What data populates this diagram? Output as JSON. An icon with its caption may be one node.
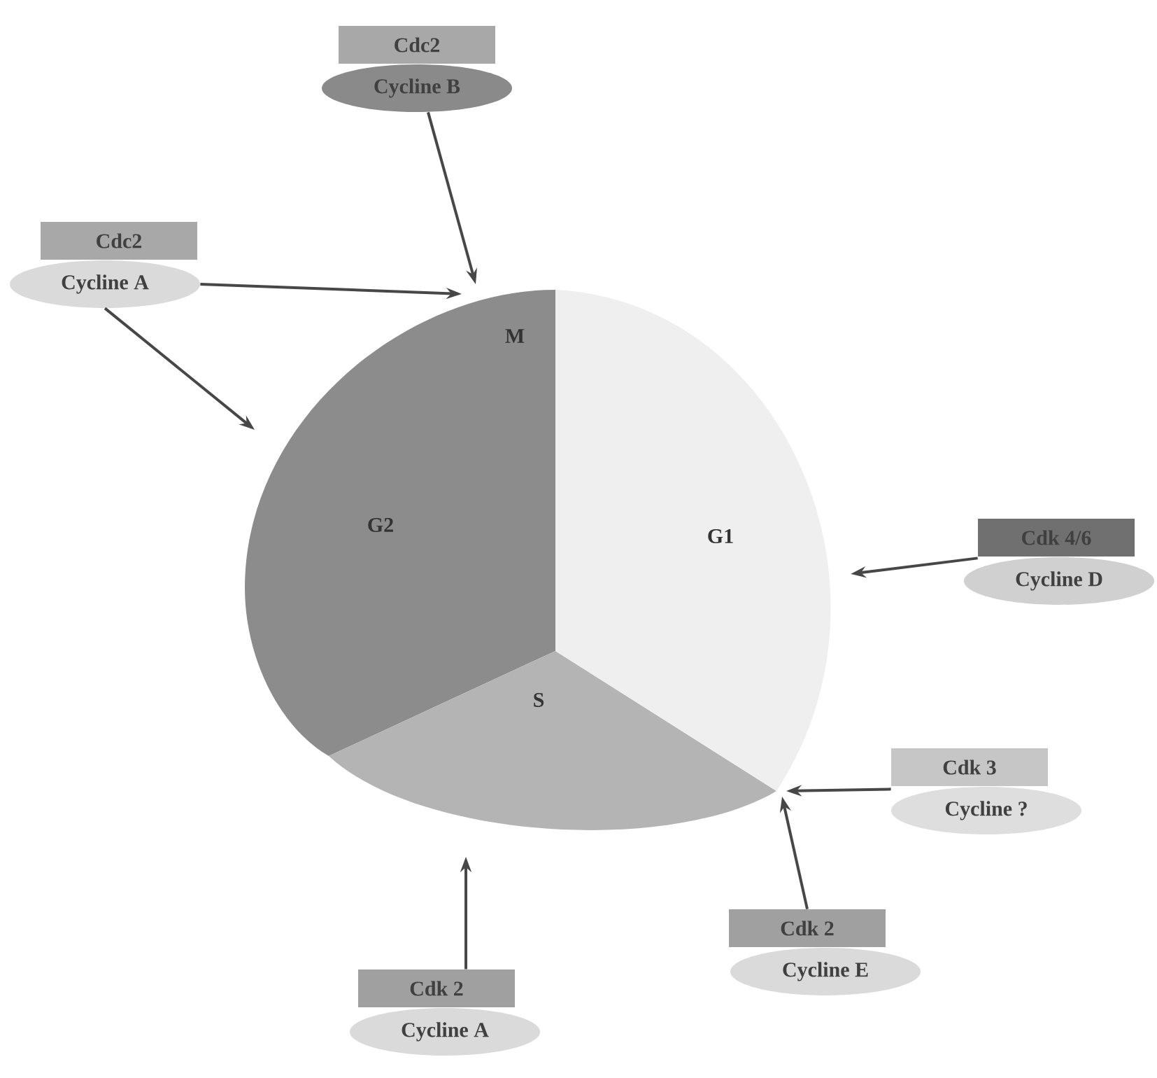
{
  "diagram": {
    "nodes": [
      {
        "text": [
          "G2"
        ]
      },
      {
        "text": [
          "M"
        ],
        "in": 0
      },
      {
        "text": [
          "S"
        ]
      },
      {
        "text": [
          "G1"
        ]
      },
      {
        "text": [
          "Cdc2"
        ]
      },
      {
        "text": [
          "Cycline B"
        ]
      },
      {
        "text": [
          "Cdc2"
        ]
      },
      {
        "text": [
          "Cycline A"
        ]
      },
      {
        "text": [
          "Cdk 4/6"
        ]
      },
      {
        "text": [
          "Cycline D"
        ]
      },
      {
        "text": [
          "Cdk 3"
        ]
      },
      {
        "text": [
          "Cycline ?"
        ]
      },
      {
        "text": [
          "Cdk 2"
        ]
      },
      {
        "text": [
          "Cycline E"
        ]
      },
      {
        "text": [
          "Cdk 2"
        ]
      },
      {
        "text": [
          "Cycline A"
        ]
      }
    ],
    "edges": [
      {
        "from": 5,
        "to": 1,
        "arrow": "to"
      },
      {
        "from": 7,
        "to": 1,
        "arrow": "to"
      },
      {
        "from": 7,
        "to": 0,
        "arrow": "to"
      },
      {
        "from": 8,
        "to": 3,
        "arrow": "to"
      },
      {
        "from": 10,
        "to": 2,
        "arrow": "to"
      },
      {
        "from": 12,
        "to": 2,
        "arrow": "to"
      },
      {
        "from": 14,
        "to": 2,
        "arrow": "to"
      }
    ]
  }
}
